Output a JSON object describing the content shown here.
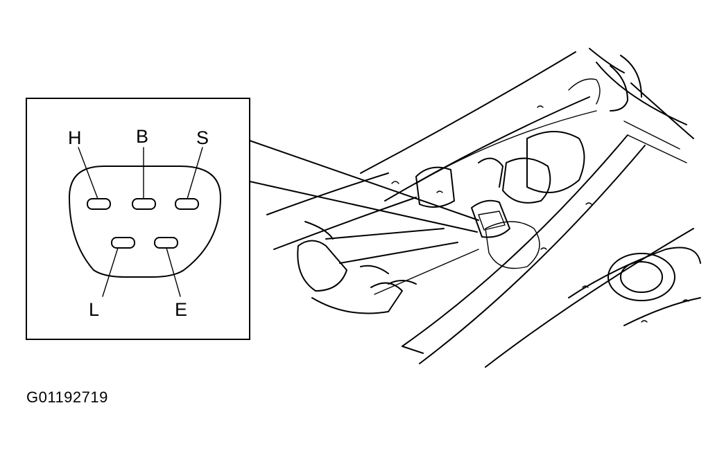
{
  "connector": {
    "pins": [
      {
        "label": "H"
      },
      {
        "label": "B"
      },
      {
        "label": "S"
      },
      {
        "label": "L"
      },
      {
        "label": "E"
      }
    ]
  },
  "figure_id": "G01192719"
}
